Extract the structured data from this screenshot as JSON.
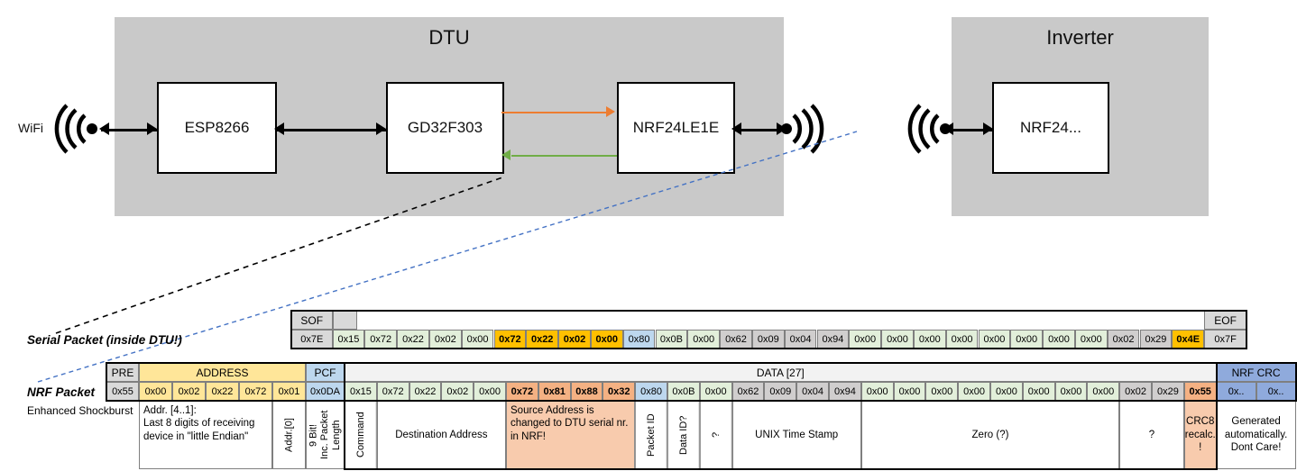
{
  "diagram": {
    "dtu": {
      "title": "DTU",
      "chips": [
        {
          "label": "ESP8266"
        },
        {
          "label": "GD32F303"
        },
        {
          "label": "NRF24LE1E"
        }
      ]
    },
    "inverter": {
      "title": "Inverter",
      "chips": [
        {
          "label": "NRF24..."
        }
      ]
    },
    "wifi_label": "WiFi",
    "icons": {
      "antenna": "antenna-icon",
      "arrow_tx": "arrow-right-icon",
      "arrow_rx": "arrow-left-icon"
    },
    "colors": {
      "enclosure": "#c9c9c9",
      "tx_arrow": "#ED7D31",
      "rx_arrow": "#70AD47",
      "callout_black": "#000000",
      "callout_blue": "#4472C4"
    }
  },
  "labels": {
    "serial_packet": "Serial Packet (inside DTU!)",
    "nrf_packet": "NRF Packet",
    "enhanced_shockburst": "Enhanced Shockburst"
  },
  "colors": {
    "grey_header": "#d9d9d9",
    "green": "#e2efda",
    "amber": "#ffc000",
    "blue": "#bdd7ee",
    "grey_data": "#d0cece",
    "salmon": "#f8cbad",
    "salmon_strong": "#f4b183",
    "address_yellow": "#ffe699",
    "pcf_blue": "#bdd7ee",
    "nrf_crc_blue": "#8faadc",
    "data_band": "#f2f2f2"
  },
  "serial_packet": {
    "sof": {
      "header": "SOF",
      "value": "0x7E"
    },
    "eof": {
      "header": "EOF",
      "value": "0x7F"
    },
    "bytes": [
      {
        "v": "0x15",
        "c": "green"
      },
      {
        "v": "0x72",
        "c": "green"
      },
      {
        "v": "0x22",
        "c": "green"
      },
      {
        "v": "0x02",
        "c": "green"
      },
      {
        "v": "0x00",
        "c": "green"
      },
      {
        "v": "0x72",
        "c": "amber",
        "b": true
      },
      {
        "v": "0x22",
        "c": "amber",
        "b": true
      },
      {
        "v": "0x02",
        "c": "amber",
        "b": true
      },
      {
        "v": "0x00",
        "c": "amber",
        "b": true
      },
      {
        "v": "0x80",
        "c": "blue"
      },
      {
        "v": "0x0B",
        "c": "green"
      },
      {
        "v": "0x00",
        "c": "green"
      },
      {
        "v": "0x62",
        "c": "grey_data"
      },
      {
        "v": "0x09",
        "c": "grey_data"
      },
      {
        "v": "0x04",
        "c": "grey_data"
      },
      {
        "v": "0x94",
        "c": "grey_data"
      },
      {
        "v": "0x00",
        "c": "green"
      },
      {
        "v": "0x00",
        "c": "green"
      },
      {
        "v": "0x00",
        "c": "green"
      },
      {
        "v": "0x00",
        "c": "green"
      },
      {
        "v": "0x00",
        "c": "green"
      },
      {
        "v": "0x00",
        "c": "green"
      },
      {
        "v": "0x00",
        "c": "green"
      },
      {
        "v": "0x00",
        "c": "green"
      },
      {
        "v": "0x02",
        "c": "grey_data"
      },
      {
        "v": "0x29",
        "c": "grey_data"
      },
      {
        "v": "0x4E",
        "c": "amber",
        "b": true
      }
    ]
  },
  "nrf_packet": {
    "headers": [
      {
        "label": "PRE",
        "c": "grey_header"
      },
      {
        "label": "ADDRESS",
        "c": "address_yellow"
      },
      {
        "label": "PCF",
        "c": "pcf_blue"
      },
      {
        "label": "DATA [27]",
        "c": "data_band"
      },
      {
        "label": "NRF CRC",
        "c": "nrf_crc_blue"
      }
    ],
    "pre": {
      "v": "0x55",
      "c": "grey_header"
    },
    "address": [
      {
        "v": "0x00",
        "c": "address_yellow"
      },
      {
        "v": "0x02",
        "c": "address_yellow"
      },
      {
        "v": "0x22",
        "c": "address_yellow"
      },
      {
        "v": "0x72",
        "c": "address_yellow"
      },
      {
        "v": "0x01",
        "c": "address_yellow"
      }
    ],
    "pcf": {
      "v": "0x0DA",
      "c": "pcf_blue"
    },
    "data": [
      {
        "v": "0x15",
        "c": "green"
      },
      {
        "v": "0x72",
        "c": "green"
      },
      {
        "v": "0x22",
        "c": "green"
      },
      {
        "v": "0x02",
        "c": "green"
      },
      {
        "v": "0x00",
        "c": "green"
      },
      {
        "v": "0x72",
        "c": "salmon_strong",
        "b": true
      },
      {
        "v": "0x81",
        "c": "salmon_strong",
        "b": true
      },
      {
        "v": "0x88",
        "c": "salmon_strong",
        "b": true
      },
      {
        "v": "0x32",
        "c": "salmon_strong",
        "b": true
      },
      {
        "v": "0x80",
        "c": "blue"
      },
      {
        "v": "0x0B",
        "c": "green"
      },
      {
        "v": "0x00",
        "c": "green"
      },
      {
        "v": "0x62",
        "c": "grey_data"
      },
      {
        "v": "0x09",
        "c": "grey_data"
      },
      {
        "v": "0x04",
        "c": "grey_data"
      },
      {
        "v": "0x94",
        "c": "grey_data"
      },
      {
        "v": "0x00",
        "c": "green"
      },
      {
        "v": "0x00",
        "c": "green"
      },
      {
        "v": "0x00",
        "c": "green"
      },
      {
        "v": "0x00",
        "c": "green"
      },
      {
        "v": "0x00",
        "c": "green"
      },
      {
        "v": "0x00",
        "c": "green"
      },
      {
        "v": "0x00",
        "c": "green"
      },
      {
        "v": "0x00",
        "c": "green"
      },
      {
        "v": "0x02",
        "c": "grey_data"
      },
      {
        "v": "0x29",
        "c": "grey_data"
      },
      {
        "v": "0x55",
        "c": "salmon_strong",
        "b": true
      }
    ],
    "crc": [
      {
        "v": "0x..",
        "c": "nrf_crc_blue"
      },
      {
        "v": "0x..",
        "c": "nrf_crc_blue"
      }
    ]
  },
  "descriptions": [
    {
      "text": "Addr. [4..1]:\nLast 8 digits of receiving device in \"little Endian\"",
      "style": "left",
      "fill": "#ffffff"
    },
    {
      "text": "Addr.[0]",
      "style": "vert",
      "fill": "#ffffff"
    },
    {
      "text": "9 Bit!\nInc. Packet Length",
      "style": "vert2",
      "fill": "#ffffff"
    },
    {
      "text": "Command",
      "style": "vert",
      "fill": "#ffffff"
    },
    {
      "text": "Destination Address",
      "style": "ctr",
      "fill": "#ffffff"
    },
    {
      "text": "Source Address is changed to DTU serial nr. in NRF!",
      "style": "left",
      "fill": "#f8cbad"
    },
    {
      "text": "Packet ID",
      "style": "vert",
      "fill": "#ffffff"
    },
    {
      "text": "Data ID?",
      "style": "vert",
      "fill": "#ffffff"
    },
    {
      "text": "?",
      "style": "vert",
      "fill": "#ffffff"
    },
    {
      "text": "UNIX Time Stamp",
      "style": "ctr",
      "fill": "#ffffff"
    },
    {
      "text": "Zero (?)",
      "style": "ctr",
      "fill": "#ffffff"
    },
    {
      "text": "?",
      "style": "ctr",
      "fill": "#ffffff"
    },
    {
      "text": "CRC8 recalc. !",
      "style": "ctr",
      "fill": "#f8cbad"
    },
    {
      "text": "Generated automatically. Dont Care!",
      "style": "ctr",
      "fill": "#ffffff"
    }
  ]
}
